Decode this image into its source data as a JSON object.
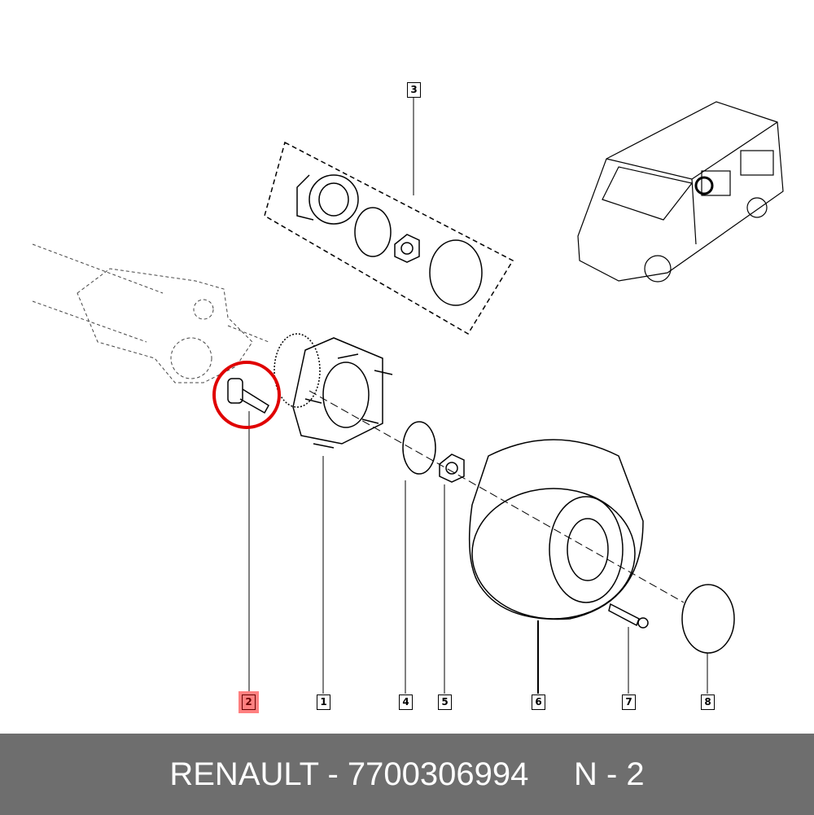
{
  "callouts": {
    "c1": "1",
    "c2": "2",
    "c3": "3",
    "c4": "4",
    "c5": "5",
    "c6": "6",
    "c7": "7",
    "c8": "8"
  },
  "highlighted_callout": "2",
  "colors": {
    "highlight": "#ff8080",
    "circle": "#e00000",
    "footer_bg": "#6e6e6e"
  },
  "footer": {
    "brand_part": "RENAULT - 7700306994",
    "position": "N - 2"
  }
}
